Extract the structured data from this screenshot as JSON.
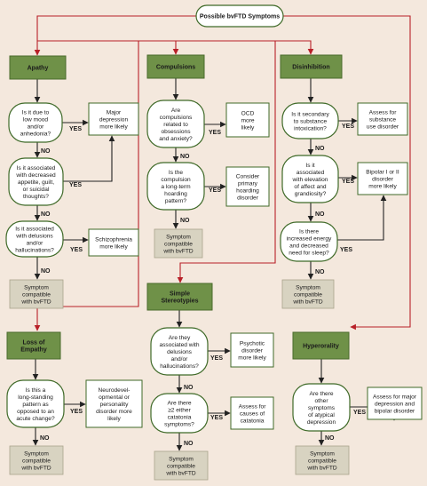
{
  "title": "Possible bvFTD Symptoms",
  "labels": {
    "yes": "YES",
    "no": "NO"
  },
  "colors": {
    "background": "#f4e8dd",
    "category_fill": "#6f9148",
    "category_border": "#4a6a2c",
    "question_border": "#3f6a28",
    "outcome_fill": "#d8d3c1",
    "red_line": "#b82028",
    "line": "#222222"
  },
  "categories": [
    {
      "id": "apathy",
      "lines": [
        "Apathy"
      ]
    },
    {
      "id": "compulsions",
      "lines": [
        "Compulsions"
      ]
    },
    {
      "id": "disinhibition",
      "lines": [
        "Disinhibition"
      ]
    },
    {
      "id": "loss-of-empathy",
      "lines": [
        "Loss of",
        "Empathy"
      ]
    },
    {
      "id": "simple-stereotypies",
      "lines": [
        "Simple",
        "Stereotypies"
      ]
    },
    {
      "id": "hyperorality",
      "lines": [
        "Hyperorality"
      ]
    }
  ],
  "questions": [
    {
      "id": "apathy-q1",
      "lines": [
        "Is it due to",
        "low mood",
        "and/or",
        "anhedonia?"
      ]
    },
    {
      "id": "apathy-q2",
      "lines": [
        "Is it associated",
        "with decreased",
        "appetite, guilt,",
        "or suicidal",
        "thoughts?"
      ]
    },
    {
      "id": "apathy-q3",
      "lines": [
        "Is it associated",
        "with delusions",
        "and/or",
        "hallucinations?"
      ]
    },
    {
      "id": "compulsions-q1",
      "lines": [
        "Are",
        "compulsions",
        "related to",
        "obsessions",
        "and anxiety?"
      ]
    },
    {
      "id": "compulsions-q2",
      "lines": [
        "Is the",
        "compulsion",
        "a long-term",
        "hoarding",
        "pattern?"
      ]
    },
    {
      "id": "disinhibition-q1",
      "lines": [
        "Is it secondary",
        "to substance",
        "intoxication?"
      ]
    },
    {
      "id": "disinhibition-q2",
      "lines": [
        "Is it",
        "associated",
        "with elevation",
        "of affect and",
        "grandiosity?"
      ]
    },
    {
      "id": "disinhibition-q3",
      "lines": [
        "Is there",
        "increased energy",
        "and decreased",
        "need for sleep?"
      ]
    },
    {
      "id": "empathy-q1",
      "lines": [
        "Is this a",
        "long-standing",
        "pattern as",
        "opposed to an",
        "acute change?"
      ]
    },
    {
      "id": "stereotypies-q1",
      "lines": [
        "Are they",
        "associated with",
        "delusions",
        "and/or",
        "hallucinations?"
      ]
    },
    {
      "id": "stereotypies-q2",
      "lines": [
        "Are there",
        "≥2 either",
        "catatonia",
        "symptoms?"
      ]
    },
    {
      "id": "hyperorality-q1",
      "lines": [
        "Are there",
        "other",
        "symptoms",
        "of atypical",
        "depression"
      ]
    }
  ],
  "outcomes": [
    {
      "id": "major-depression",
      "lines": [
        "Major",
        "depression",
        "more likely"
      ]
    },
    {
      "id": "schizophrenia",
      "lines": [
        "Schizophrenia",
        "more likely"
      ]
    },
    {
      "id": "ocd",
      "lines": [
        "OCD",
        "more",
        "likely"
      ]
    },
    {
      "id": "hoarding",
      "lines": [
        "Consider",
        "primary",
        "hoarding",
        "disorder"
      ]
    },
    {
      "id": "substance-use",
      "lines": [
        "Assess for",
        "substance",
        "use disorder"
      ]
    },
    {
      "id": "bipolar",
      "lines": [
        "Bipolar I or II",
        "disorder",
        "more likely"
      ]
    },
    {
      "id": "neurodevelopmental",
      "lines": [
        "Neurodevel-",
        "opmental or",
        "personality",
        "disorder more",
        "likely"
      ]
    },
    {
      "id": "psychotic",
      "lines": [
        "Psychotic",
        "disorder",
        "more likely"
      ]
    },
    {
      "id": "catatonia",
      "lines": [
        "Assess for",
        "causes of",
        "catatonia"
      ]
    },
    {
      "id": "major-depression-bipolar",
      "lines": [
        "Assess for major",
        "depression and",
        "bipolar disorder"
      ]
    }
  ],
  "compatible": [
    "Symptom",
    "compatible",
    "with bvFTD"
  ]
}
